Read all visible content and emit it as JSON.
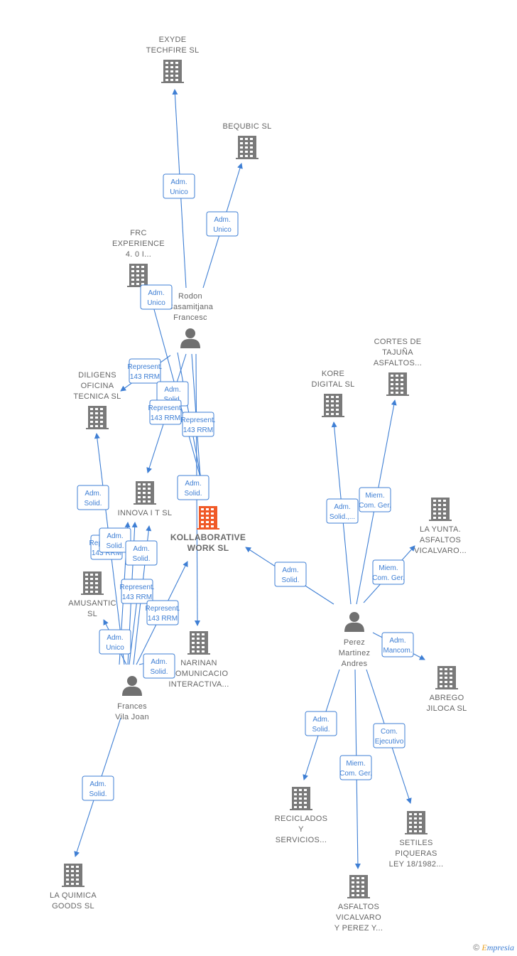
{
  "nodes": [
    {
      "id": "exyde",
      "kind": "company",
      "lines": [
        "EXYDE",
        "TECHFIRE  SL"
      ]
    },
    {
      "id": "bequbic",
      "kind": "company",
      "lines": [
        "BEQUBIC  SL"
      ]
    },
    {
      "id": "frc",
      "kind": "company",
      "lines": [
        "FRC",
        "EXPERIENCE",
        "4. 0 I..."
      ]
    },
    {
      "id": "rodon",
      "kind": "person",
      "lines": [
        "Rodon",
        "Casamitjana",
        "Francesc"
      ]
    },
    {
      "id": "diligens",
      "kind": "company",
      "lines": [
        "DILIGENS",
        "OFICINA",
        "TECNICA SL"
      ]
    },
    {
      "id": "innova",
      "kind": "company",
      "lines": [
        "INNOVA I T  SL"
      ]
    },
    {
      "id": "kollaborative",
      "kind": "focus",
      "lines": [
        "KOLLABORATIVE",
        "WORK  SL"
      ]
    },
    {
      "id": "amusantic",
      "kind": "company",
      "lines": [
        "AMUSANTIC",
        "SL"
      ]
    },
    {
      "id": "narinan",
      "kind": "company",
      "lines": [
        "NARINAN",
        "COMUNICACIO",
        "INTERACTIVA..."
      ]
    },
    {
      "id": "frances",
      "kind": "person",
      "lines": [
        "Frances",
        "Vila Joan"
      ]
    },
    {
      "id": "laquimica",
      "kind": "company",
      "lines": [
        "LA QUIMICA",
        "GOODS  SL"
      ]
    },
    {
      "id": "kore",
      "kind": "company",
      "lines": [
        "KORE",
        "DIGITAL  SL"
      ]
    },
    {
      "id": "cortes",
      "kind": "company",
      "lines": [
        "CORTES DE",
        "TAJUÑA",
        "ASFALTOS..."
      ]
    },
    {
      "id": "layunta",
      "kind": "company",
      "lines": [
        "LA YUNTA.",
        "ASFALTOS",
        "VICALVARO..."
      ]
    },
    {
      "id": "perez",
      "kind": "person",
      "lines": [
        "Perez",
        "Martinez",
        "Andres"
      ]
    },
    {
      "id": "abrego",
      "kind": "company",
      "lines": [
        "ABREGO",
        "JILOCA  SL"
      ]
    },
    {
      "id": "reciclados",
      "kind": "company",
      "lines": [
        "RECICLADOS",
        "Y",
        "SERVICIOS..."
      ]
    },
    {
      "id": "setiles",
      "kind": "company",
      "lines": [
        "SETILES",
        "PIQUERAS",
        "LEY 18/1982..."
      ]
    },
    {
      "id": "asfaltos",
      "kind": "company",
      "lines": [
        "ASFALTOS",
        "VICALVARO",
        "Y PEREZ Y..."
      ]
    }
  ],
  "relations": [
    {
      "from": "rodon",
      "to": "exyde",
      "label": [
        "Adm.",
        "Unico"
      ]
    },
    {
      "from": "rodon",
      "to": "bequbic",
      "label": [
        "Adm.",
        "Unico"
      ]
    },
    {
      "from": "rodon",
      "to": "kollaborative",
      "label": [
        "Adm.",
        "Unico"
      ]
    },
    {
      "from": "rodon",
      "to": "diligens",
      "label": [
        "Represent.",
        "143 RRM"
      ]
    },
    {
      "from": "rodon",
      "to": "kollaborative",
      "label": [
        "Adm.",
        "Solid."
      ]
    },
    {
      "from": "rodon",
      "to": "innova",
      "label": [
        "Represent.",
        "143 RRM"
      ]
    },
    {
      "from": "rodon",
      "to": "kollaborative",
      "label": [
        "Represent.",
        "143 RRM"
      ]
    },
    {
      "from": "rodon",
      "to": "narinan",
      "label": [
        "Adm.",
        "Solid."
      ]
    },
    {
      "from": "frances",
      "to": "diligens",
      "label": [
        "Adm.",
        "Solid."
      ]
    },
    {
      "from": "frances",
      "to": "innova",
      "label": [
        "Represent.",
        "143 RRM"
      ]
    },
    {
      "from": "frances",
      "to": "innova",
      "label": [
        "Adm.",
        "Solid."
      ]
    },
    {
      "from": "frances",
      "to": "innova",
      "label": [
        "Adm.",
        "Solid."
      ]
    },
    {
      "from": "frances",
      "to": "innova",
      "label": [
        "Represent.",
        "143 RRM"
      ]
    },
    {
      "from": "frances",
      "to": "kollaborative",
      "label": [
        "Represent.",
        "143 RRM"
      ]
    },
    {
      "from": "frances",
      "to": "amusantic",
      "label": [
        "Adm.",
        "Unico"
      ]
    },
    {
      "from": "frances",
      "to": "kollaborative",
      "label": [
        "Adm.",
        "Solid."
      ]
    },
    {
      "from": "frances",
      "to": "laquimica",
      "label": [
        "Adm.",
        "Solid."
      ]
    },
    {
      "from": "perez",
      "to": "kollaborative",
      "label": [
        "Adm.",
        "Solid."
      ]
    },
    {
      "from": "perez",
      "to": "kore",
      "label": [
        "Adm.",
        "Solid.,..."
      ]
    },
    {
      "from": "perez",
      "to": "cortes",
      "label": [
        "Miem.",
        "Com. Ger."
      ]
    },
    {
      "from": "perez",
      "to": "layunta",
      "label": [
        "Miem.",
        "Com. Ger."
      ]
    },
    {
      "from": "perez",
      "to": "abrego",
      "label": [
        "Adm.",
        "Mancom."
      ]
    },
    {
      "from": "perez",
      "to": "reciclados",
      "label": [
        "Adm.",
        "Solid."
      ]
    },
    {
      "from": "perez",
      "to": "setiles",
      "label": [
        "Com.",
        "Ejecutivo"
      ]
    },
    {
      "from": "perez",
      "to": "asfaltos",
      "label": [
        "Miem.",
        "Com. Ger."
      ]
    }
  ],
  "colors": {
    "edge": "#3f7fd4",
    "company": "#7a7a7a",
    "focus": "#f05a28",
    "person": "#707070",
    "label": "#666666"
  },
  "footer": {
    "copyright": "©",
    "brand_e": "E",
    "brand_rest": "mpresia"
  }
}
